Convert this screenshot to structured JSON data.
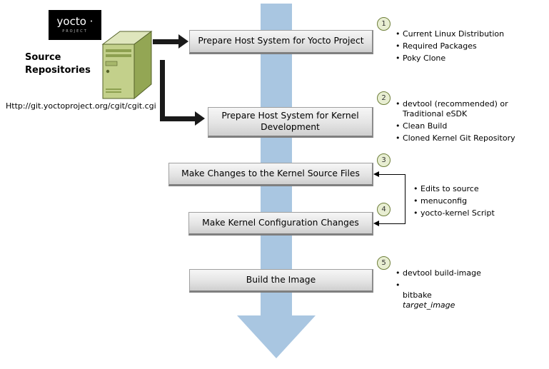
{
  "logo": {
    "brand": "yocto ·",
    "subtitle": "PROJECT"
  },
  "source": {
    "label": "Source\nRepositories",
    "url": "Http://git.yoctoproject.org/cgit/cgit.cgi"
  },
  "steps": [
    {
      "num": "1",
      "title": "Prepare Host System for Yocto Project",
      "bullets": [
        "Current Linux Distribution",
        "Required Packages",
        "Poky Clone"
      ]
    },
    {
      "num": "2",
      "title": "Prepare Host System for Kernel Development",
      "bullets": [
        "devtool (recommended) or\nTraditional eSDK",
        "Clean Build",
        "Cloned Kernel Git Repository"
      ]
    },
    {
      "num": "3",
      "title": "Make Changes to the Kernel Source Files"
    },
    {
      "num": "4",
      "title": "Make Kernel Configuration Changes"
    },
    {
      "num": "5",
      "title": "Build the Image",
      "bullets": [
        "devtool build-image",
        {
          "prefix": "bitbake",
          "italic": "target_image"
        }
      ]
    }
  ],
  "shared_bullets": [
    "Edits to source",
    "menuconfig",
    "yocto-kernel Script"
  ],
  "colors": {
    "flow_arrow_blue": "#a9c6e1",
    "step_circle_fill": "#e8eed2",
    "step_circle_border": "#6e7f3a",
    "server_green": "#c3d08b",
    "box_gradient_top": "#f6f6f6",
    "box_gradient_bottom": "#cfcfcf"
  }
}
